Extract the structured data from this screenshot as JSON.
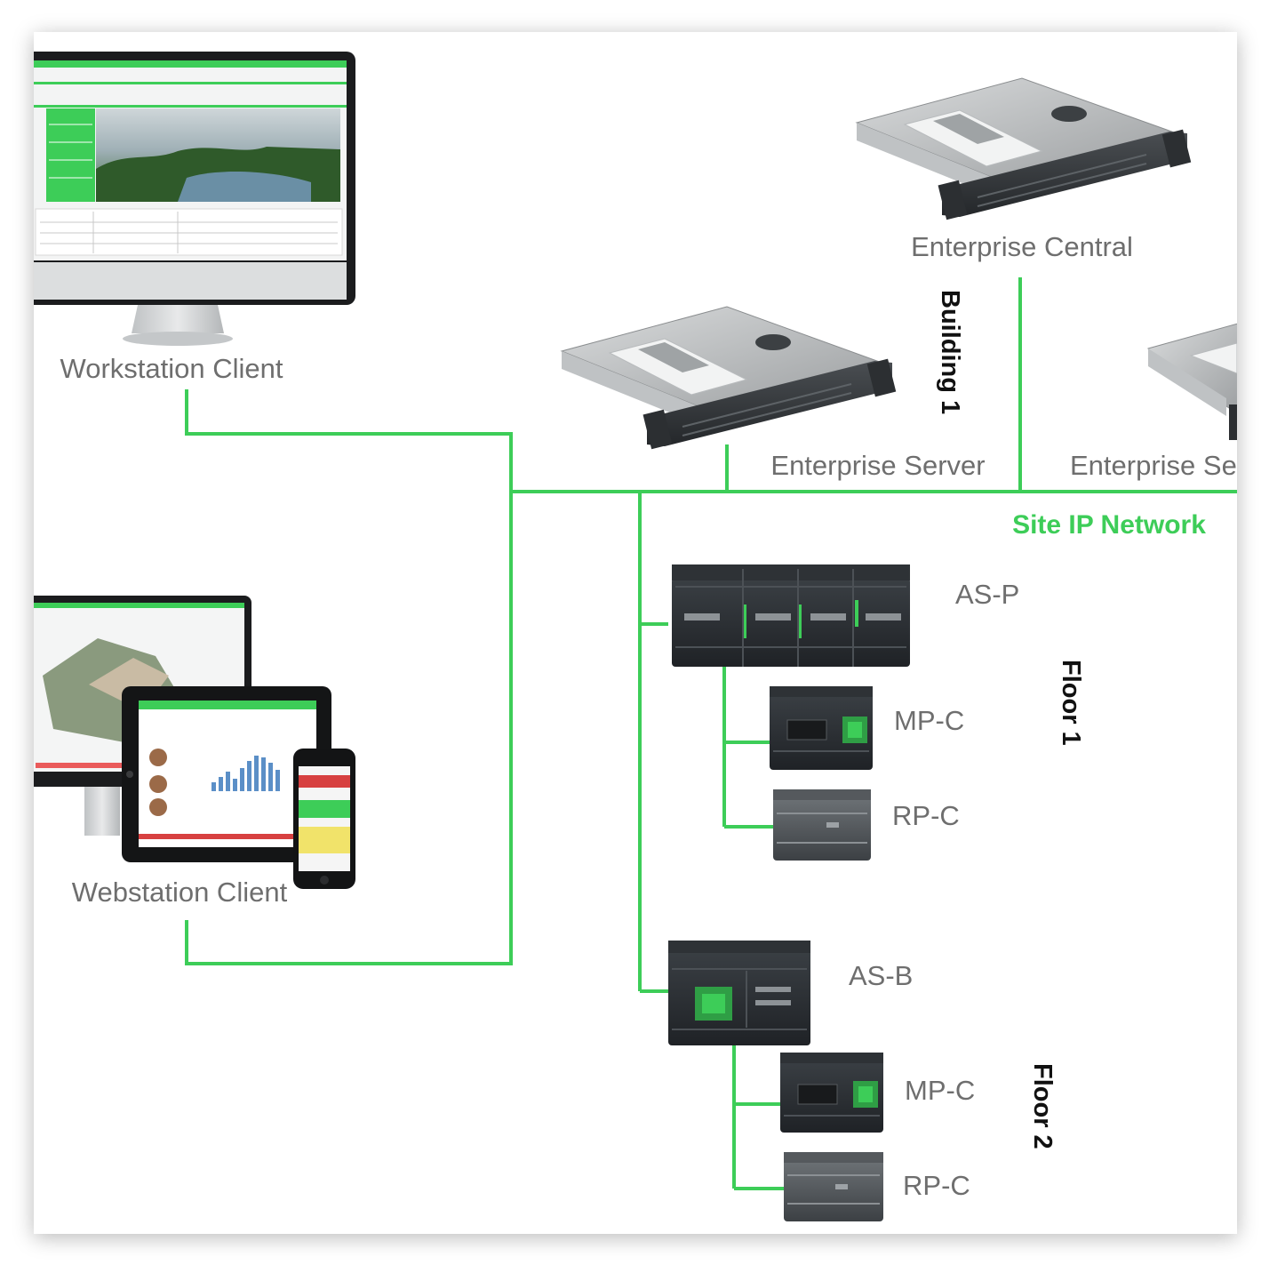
{
  "diagram": {
    "colors": {
      "link": "#3dcd58",
      "device_dark": "#2b2f33",
      "server_silver": "#a9acae",
      "label_gray": "#6e6e6e"
    },
    "nodes": {
      "workstation_client": {
        "label": "Workstation Client",
        "icon": "desktop-monitor-icon"
      },
      "webstation_client": {
        "label": "Webstation Client",
        "icon": "multi-device-icon"
      },
      "enterprise_central": {
        "label": "Enterprise Central",
        "icon": "rack-server-icon"
      },
      "enterprise_server_1": {
        "label": "Enterprise Server",
        "icon": "rack-server-icon"
      },
      "enterprise_server_2": {
        "label": "Enterprise Se",
        "icon": "rack-server-icon"
      },
      "as_p": {
        "label": "AS-P",
        "icon": "automation-server-icon"
      },
      "mp_c_1": {
        "label": "MP-C",
        "icon": "controller-icon"
      },
      "rp_c_1": {
        "label": "RP-C",
        "icon": "controller-icon"
      },
      "as_b": {
        "label": "AS-B",
        "icon": "automation-server-icon"
      },
      "mp_c_2": {
        "label": "MP-C",
        "icon": "controller-icon"
      },
      "rp_c_2": {
        "label": "RP-C",
        "icon": "controller-icon"
      }
    },
    "network_label": "Site IP Network",
    "groups": {
      "building_1": "Building 1",
      "floor_1": "Floor 1",
      "floor_2": "Floor 2"
    }
  }
}
